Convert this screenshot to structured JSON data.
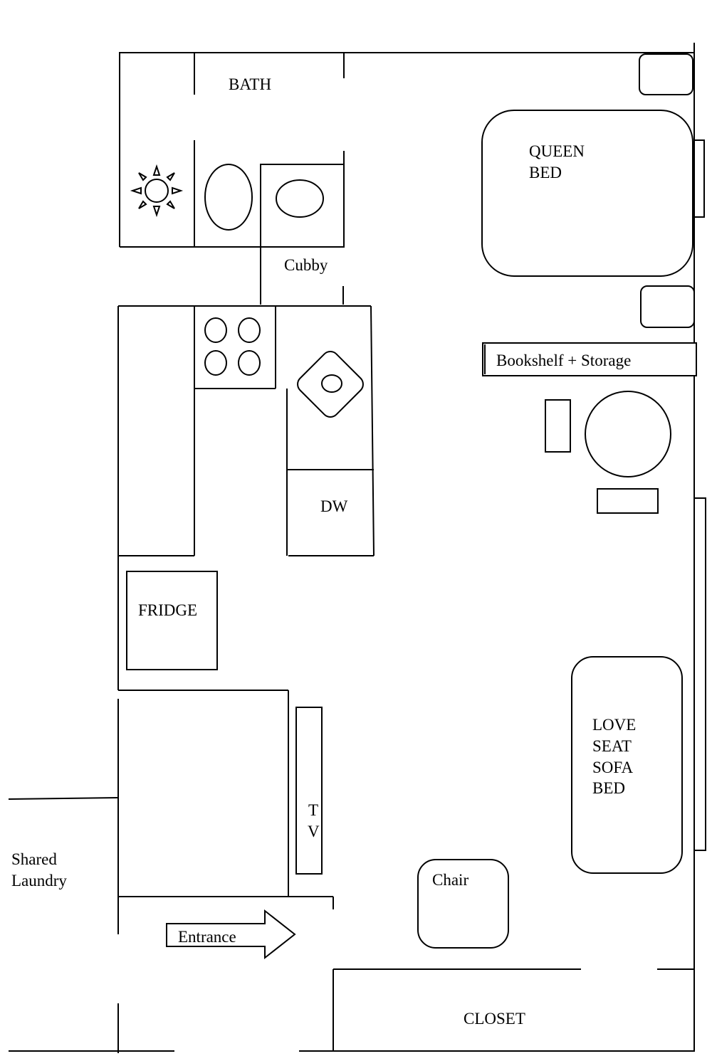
{
  "plan": {
    "rooms": {
      "bath": "BATH",
      "cubby": "Cubby",
      "shared_laundry": [
        "Shared",
        "Laundry"
      ],
      "closet": "CLOSET"
    },
    "furniture": {
      "queen_bed": [
        "QUEEN",
        "BED"
      ],
      "bookshelf": "Bookshelf  + Storage",
      "dishwasher": "DW",
      "fridge": "FRIDGE",
      "tv": [
        "T",
        "V"
      ],
      "love_seat": [
        "LOVE",
        "SEAT",
        "SOFA",
        "BED"
      ],
      "chair": "Chair"
    },
    "entrance": "Entrance",
    "line_color": "#000000"
  }
}
